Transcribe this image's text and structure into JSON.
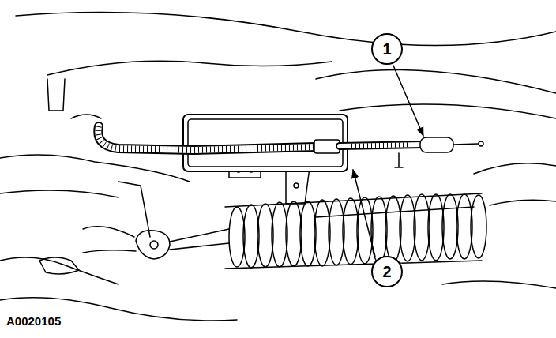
{
  "diagram": {
    "nodes": [
      {
        "text": [
          "1"
        ]
      },
      {
        "text": [
          "2"
        ]
      }
    ],
    "labels": [
      "A0020105"
    ]
  }
}
